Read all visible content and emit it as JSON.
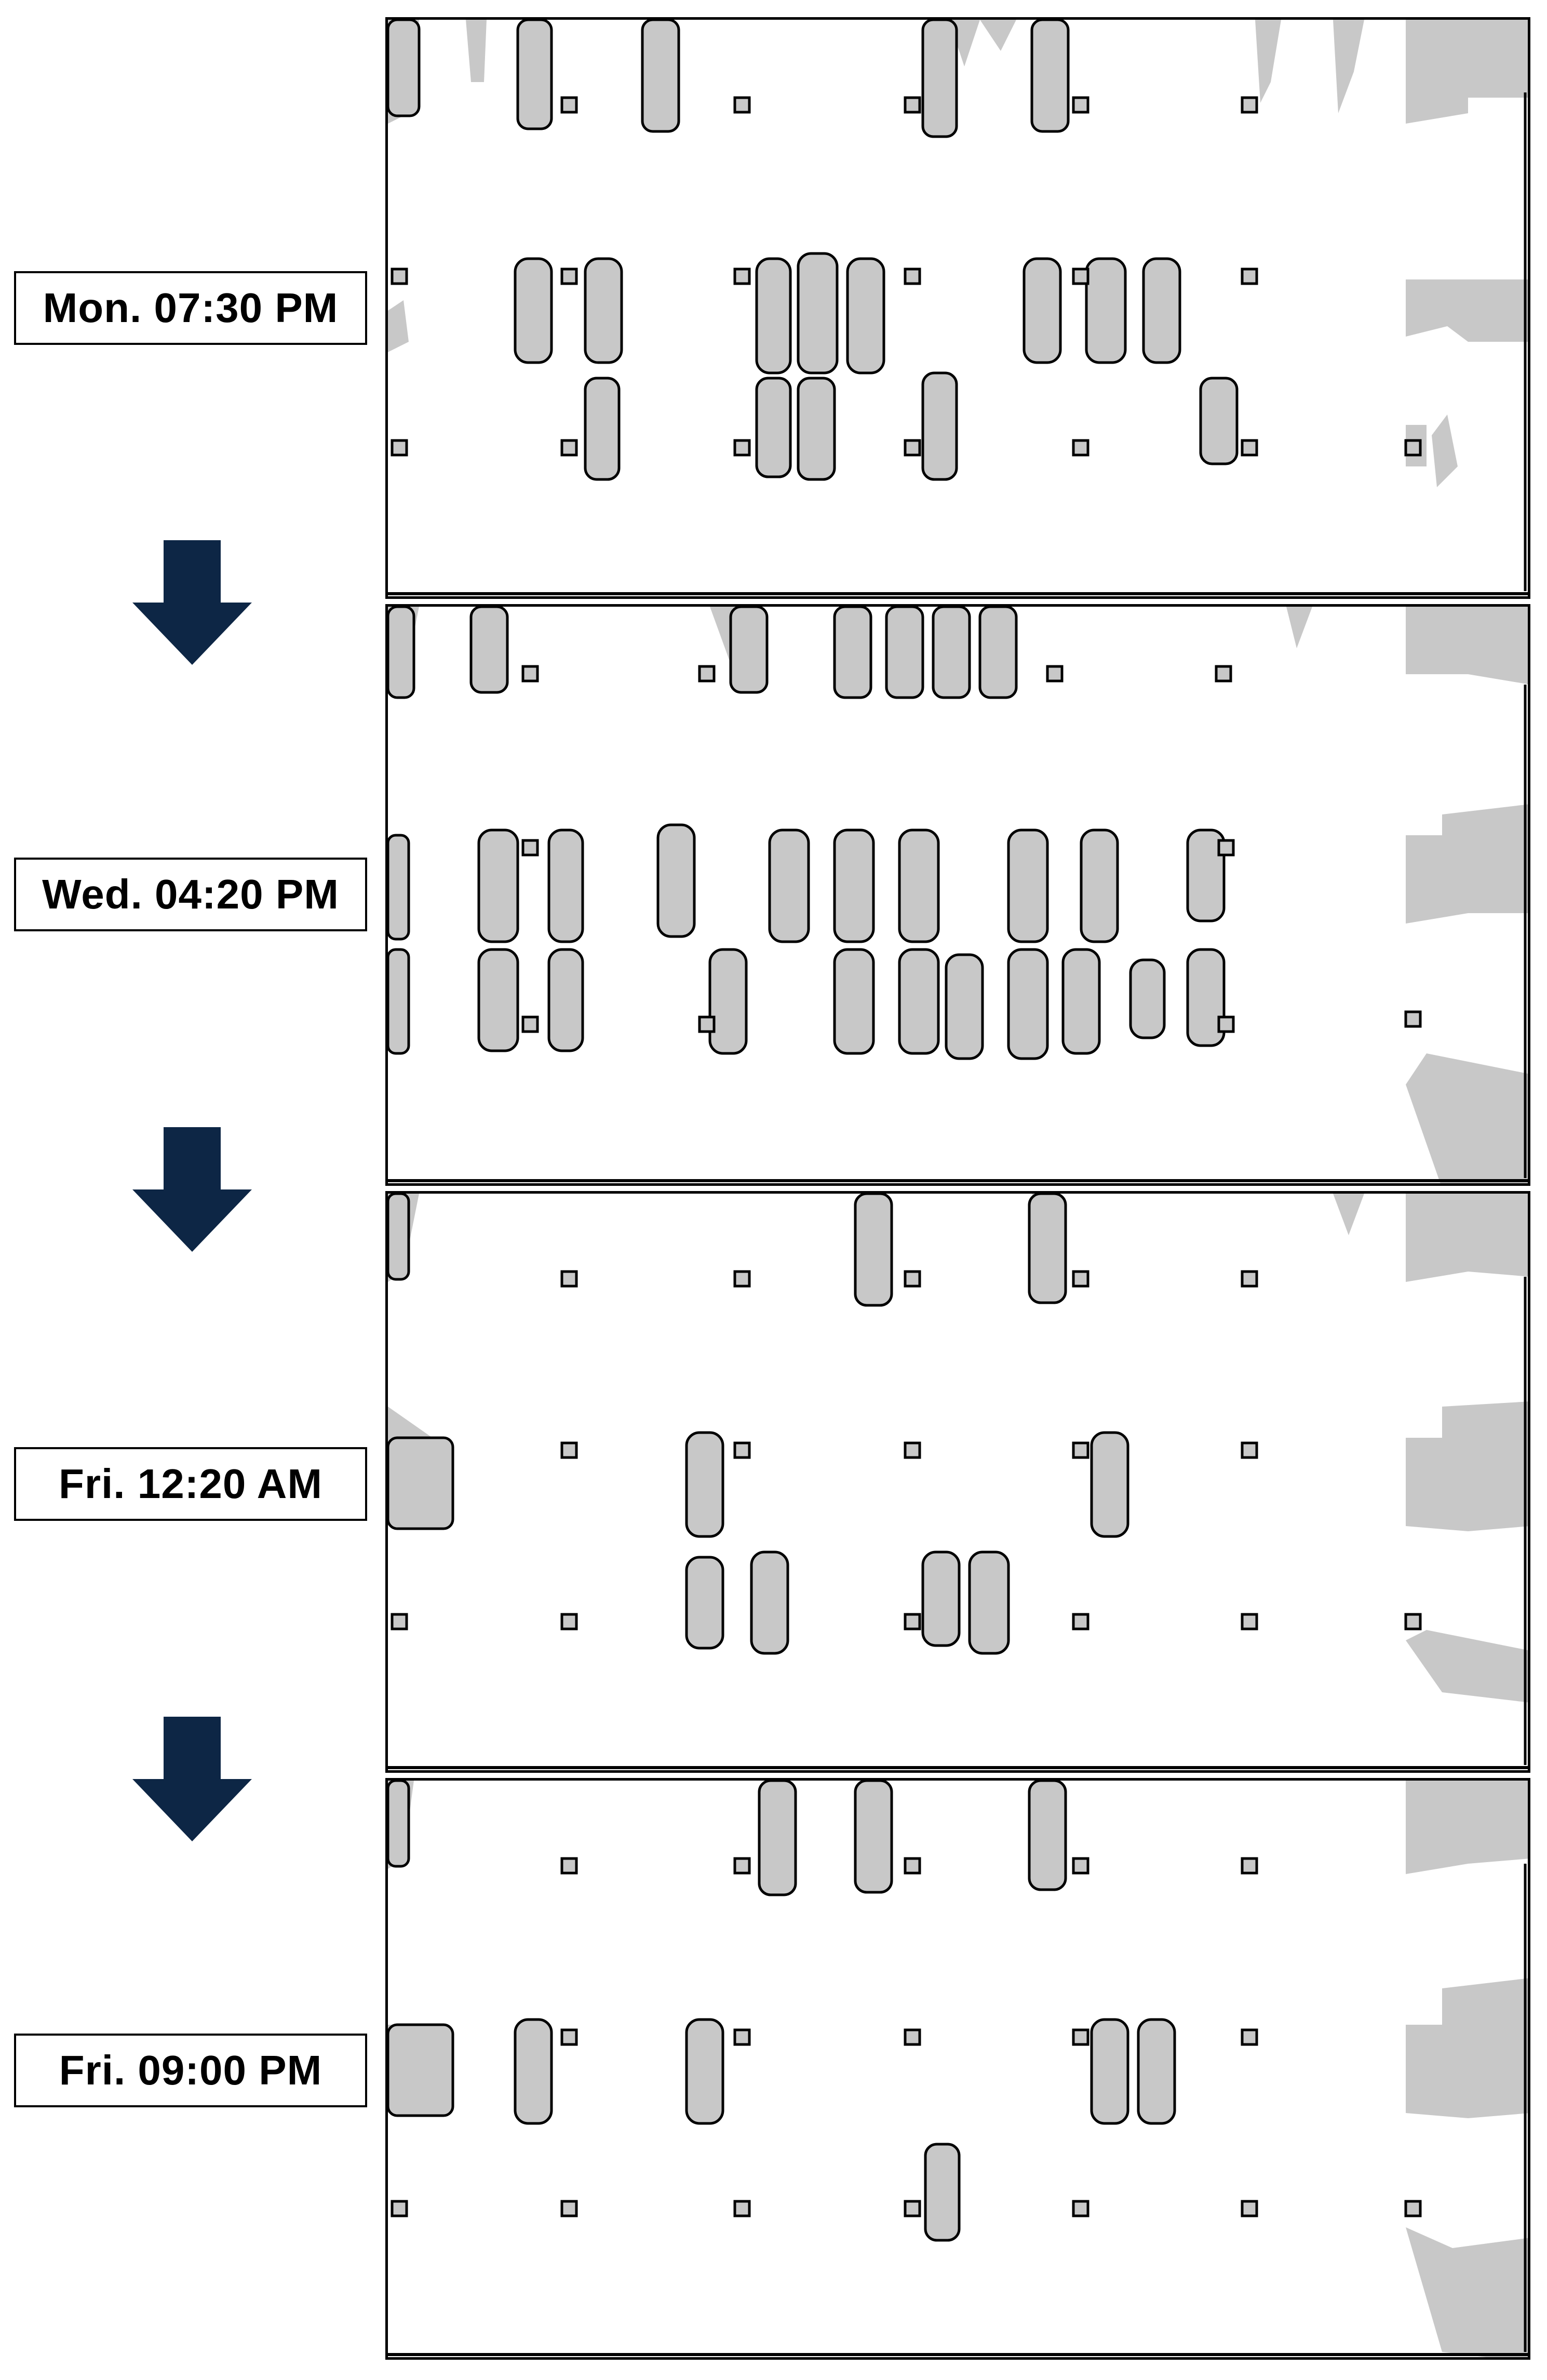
{
  "colors": {
    "arrow": "#0d2645",
    "obstacle_fill": "#c8c8c8",
    "outline": "#000000",
    "background": "#ffffff"
  },
  "timestamps": [
    {
      "label": "Mon. 07:30 PM"
    },
    {
      "label": "Wed. 04:20 PM"
    },
    {
      "label": "Fri. 12:20 AM"
    },
    {
      "label": "Fri. 09:00 PM"
    }
  ],
  "arrow_icon": "down-arrow-icon"
}
